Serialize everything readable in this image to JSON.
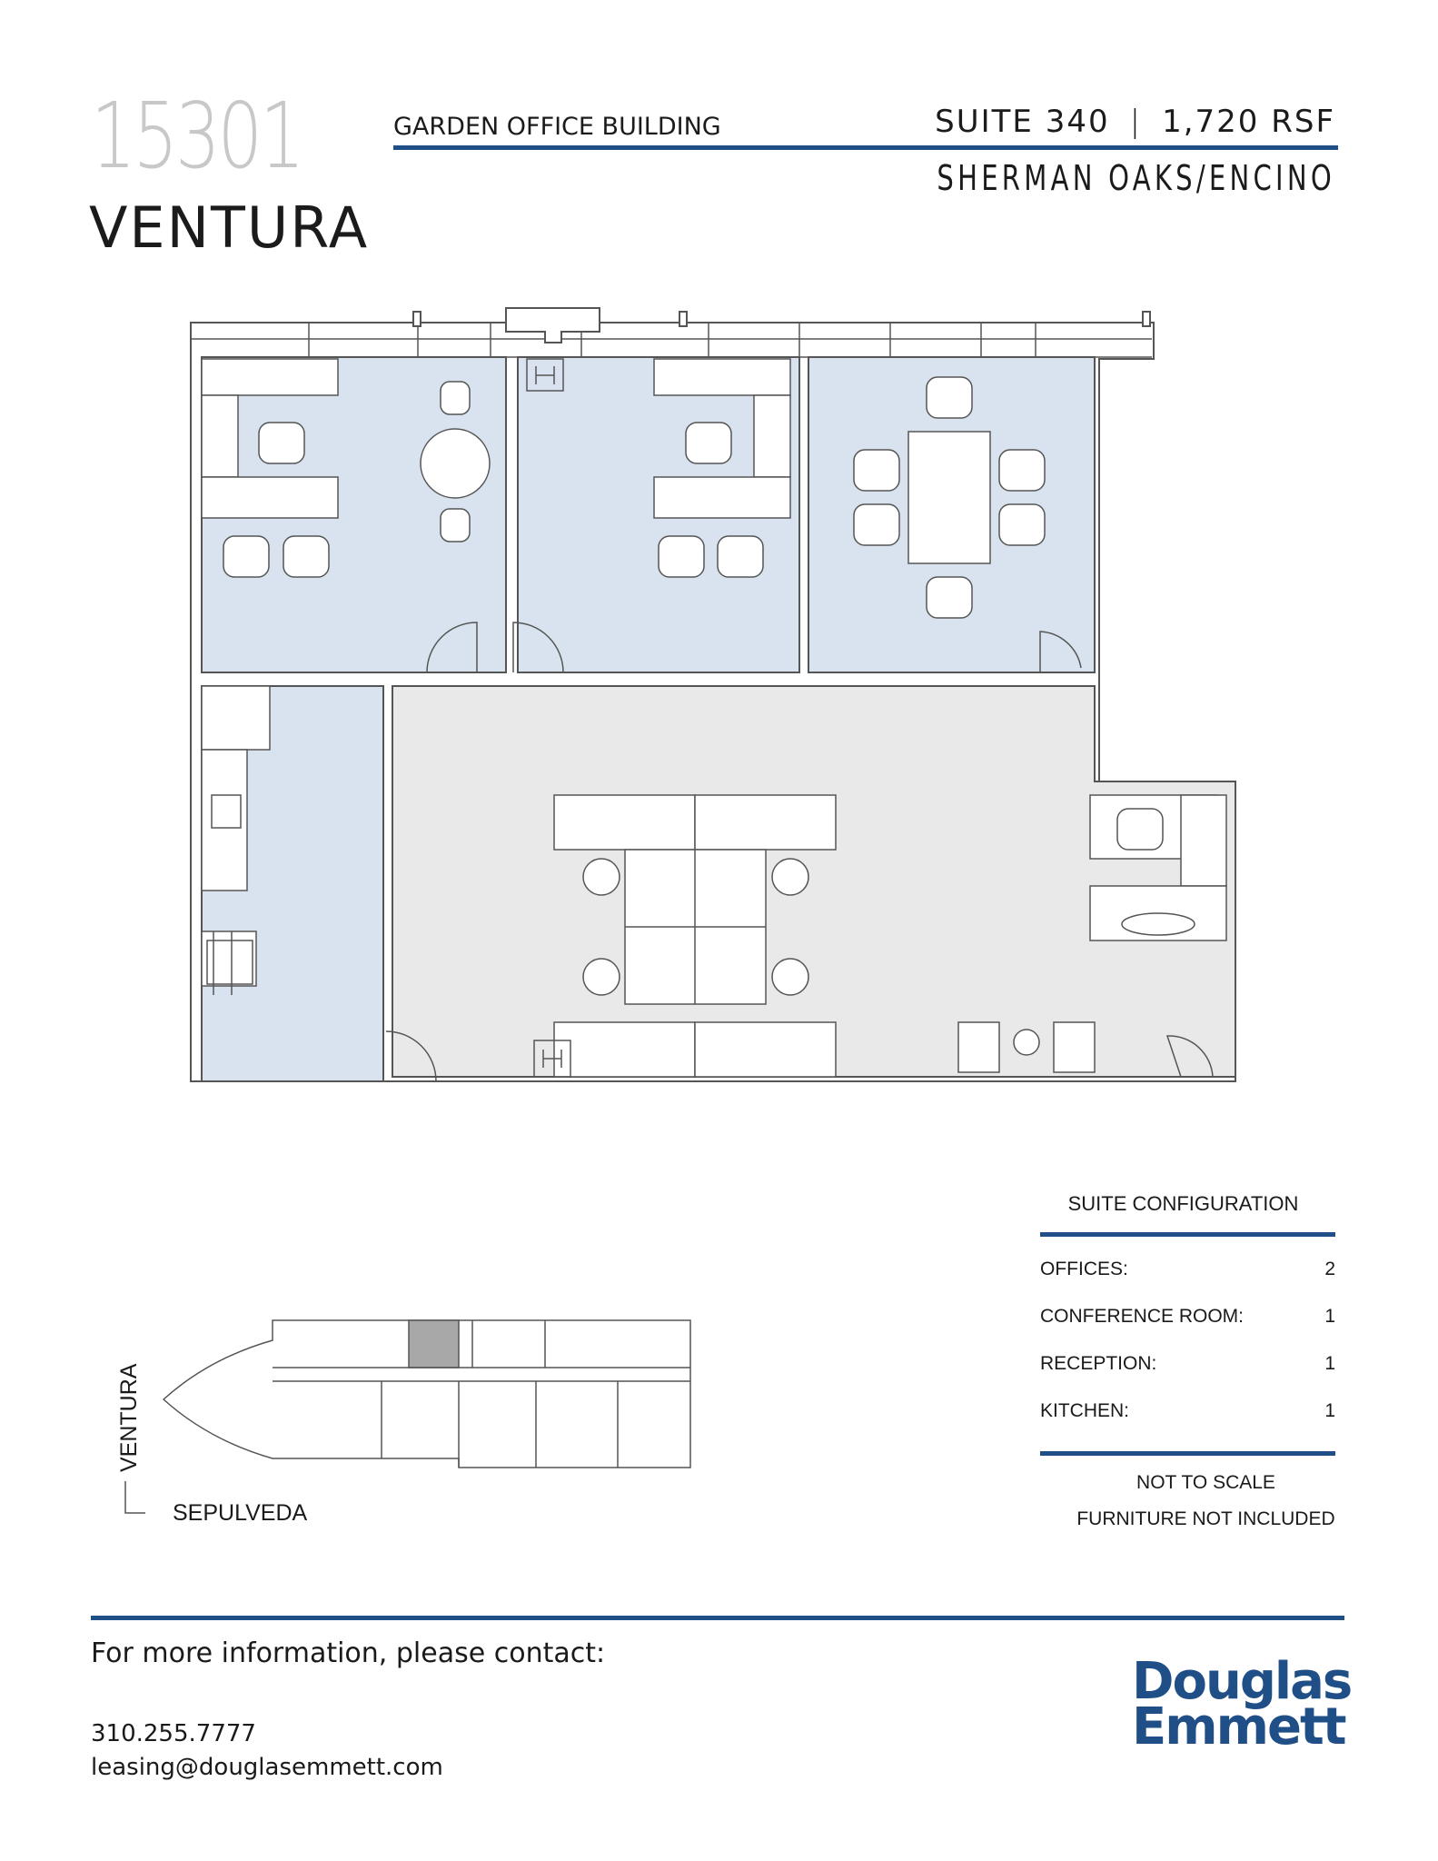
{
  "header": {
    "address_number": "15301",
    "address_street": "VENTURA",
    "building_name": "GARDEN OFFICE BUILDING",
    "suite": "SUITE 340",
    "separator": "|",
    "rsf": "1,720 RSF",
    "submarket": "SHERMAN OAKS/ENCINO"
  },
  "keymap": {
    "street_vertical": "VENTURA",
    "street_horizontal": "SEPULVEDA"
  },
  "configuration": {
    "title": "SUITE CONFIGURATION",
    "rows": [
      {
        "label": "OFFICES:",
        "value": "2"
      },
      {
        "label": "CONFERENCE ROOM:",
        "value": "1"
      },
      {
        "label": "RECEPTION:",
        "value": "1"
      },
      {
        "label": "KITCHEN:",
        "value": "1"
      }
    ],
    "notes": [
      "NOT TO SCALE",
      "FURNITURE NOT INCLUDED"
    ]
  },
  "footer": {
    "contact_heading": "For more information, please contact:",
    "phone": "310.255.7777",
    "email": "leasing@douglasemmett.com",
    "logo_line1": "Douglas",
    "logo_line2": "Emmett"
  },
  "colors": {
    "accent_blue": "#1f4f86",
    "office_fill": "#d8e3ef",
    "common_fill": "#e9e9e9"
  }
}
